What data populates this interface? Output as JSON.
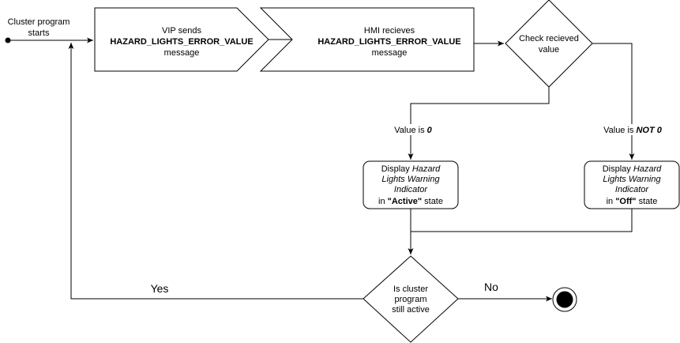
{
  "start": {
    "label_line1": "Cluster program",
    "label_line2": "starts"
  },
  "vip_box": {
    "line1": "VIP sends",
    "line2": "HAZARD_LIGHTS_ERROR_VALUE",
    "line3": "message"
  },
  "hmi_box": {
    "line1": "HMI recieves",
    "line2": "HAZARD_LIGHTS_ERROR_VALUE",
    "line3": "message"
  },
  "check_decision": {
    "line1": "Check recieved",
    "line2": "value"
  },
  "branch_zero": {
    "label_prefix": "Value is ",
    "label_value": "0"
  },
  "branch_not_zero": {
    "label_prefix": "Value is ",
    "label_value": "NOT 0"
  },
  "active_box": {
    "line1_prefix": "Display ",
    "line1_italic": "Hazard",
    "line2": "Lights Warning",
    "line3": "Indicator",
    "line4_prefix": "in ",
    "line4_bold": "\"Active\"",
    "line4_suffix": " state"
  },
  "off_box": {
    "line1_prefix": "Display ",
    "line1_italic": "Hazard",
    "line2": "Lights Warning",
    "line3": "Indicator",
    "line4_prefix": "in ",
    "line4_bold": "\"Off\"",
    "line4_suffix": " state"
  },
  "active_decision": {
    "line1": "Is cluster",
    "line2": "program",
    "line3": "still active"
  },
  "yes_label": "Yes",
  "no_label": "No"
}
